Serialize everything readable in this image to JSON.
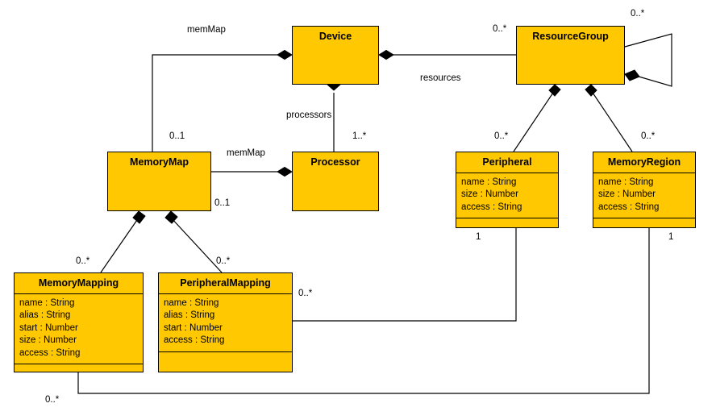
{
  "diagram": {
    "kind": "uml-class-diagram",
    "background_color": "#ffffff",
    "class_fill_color": "#FFC800",
    "line_color": "#000000"
  },
  "classes": {
    "device": {
      "name": "Device",
      "attributes": [],
      "operations": []
    },
    "resource_group": {
      "name": "ResourceGroup",
      "attributes": [],
      "operations": []
    },
    "memory_map": {
      "name": "MemoryMap",
      "attributes": [],
      "operations": []
    },
    "processor": {
      "name": "Processor",
      "attributes": [],
      "operations": []
    },
    "peripheral": {
      "name": "Peripheral",
      "attributes": [
        "name : String",
        "size : Number",
        "access : String"
      ],
      "operations": []
    },
    "memory_region": {
      "name": "MemoryRegion",
      "attributes": [
        "name : String",
        "size : Number",
        "access : String"
      ],
      "operations": []
    },
    "memory_mapping": {
      "name": "MemoryMapping",
      "attributes": [
        "name : String",
        "alias : String",
        "start : Number",
        "size : Number",
        "access : String"
      ],
      "operations": []
    },
    "peripheral_mapping": {
      "name": "PeripheralMapping",
      "attributes": [
        "name : String",
        "alias : String",
        "start : Number",
        "access : String"
      ],
      "operations": []
    }
  },
  "edge_labels": {
    "mem_map_device": "memMap",
    "resources": "resources",
    "processors": "processors",
    "mem_map_processor": "memMap"
  },
  "multiplicities": {
    "device_memmap_end": "0..1",
    "device_processors_end": "1..*",
    "resourcegroup_resources_end": "0..*",
    "resourcegroup_self_end": "0..*",
    "peripheral_group_end": "0..*",
    "memoryregion_group_end": "0..*",
    "memorymap_mappings_end": "0..1",
    "memorymapping_end": "0..*",
    "peripheralmapping_end": "0..*",
    "peripheral_mapping_target": "1",
    "memoryregion_mapping_target": "1",
    "peripheralmapping_ref_end": "0..*",
    "memorymapping_ref_end": "0..*"
  }
}
